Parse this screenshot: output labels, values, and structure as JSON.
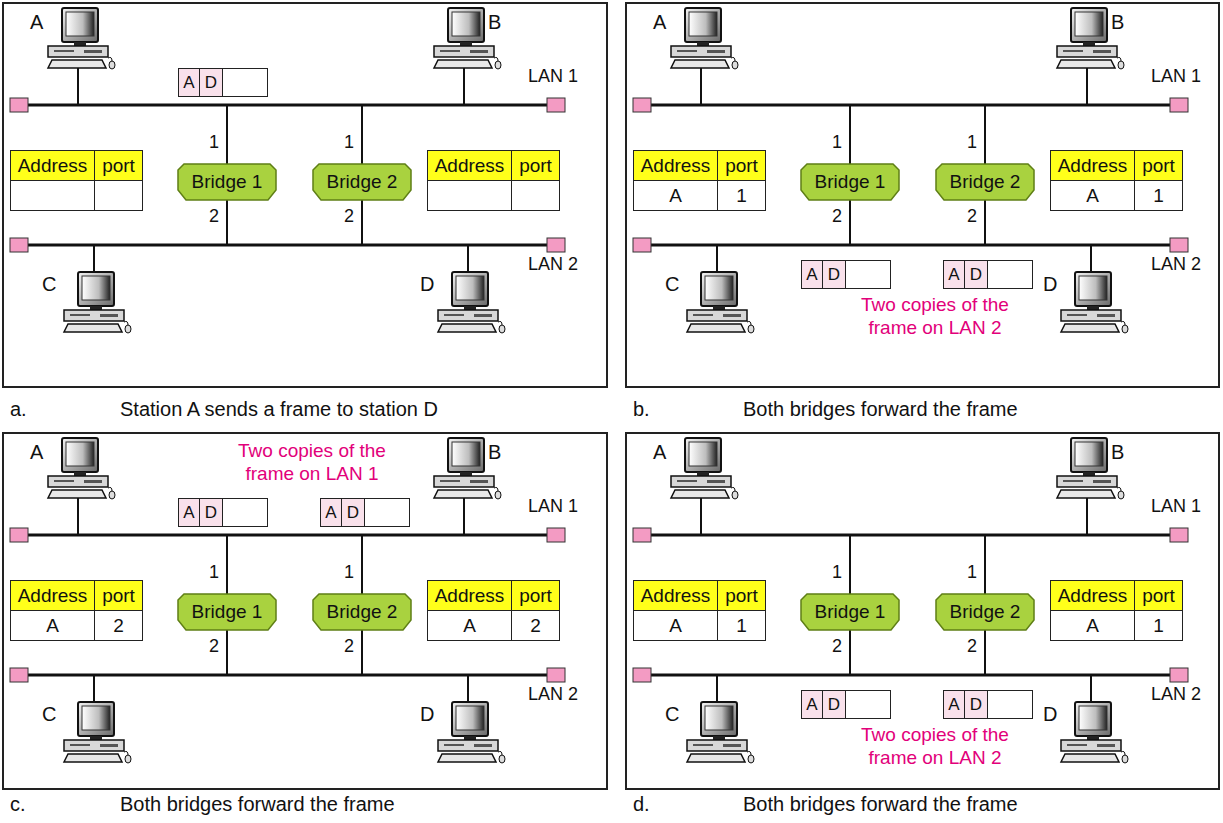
{
  "diagram": {
    "nodes": [
      {
        "text": [
          "a.",
          "Station A sends a frame to station D"
        ]
      },
      {
        "text": [
          "A",
          "D"
        ],
        "in": 0
      },
      {
        "text": [
          "Address",
          "port"
        ],
        "in": 0
      },
      {
        "text": [
          "Bridge 1"
        ],
        "in": 0
      },
      {
        "text": [
          "Bridge 2"
        ],
        "in": 0
      },
      {
        "text": [
          "Address",
          "port"
        ],
        "in": 0
      },
      {
        "text": [
          "b.",
          "Both bridges forward the frame"
        ]
      },
      {
        "text": [
          "Address",
          "port",
          "A",
          "1"
        ],
        "in": 6
      },
      {
        "text": [
          "Bridge 1"
        ],
        "in": 6
      },
      {
        "text": [
          "Bridge 2"
        ],
        "in": 6
      },
      {
        "text": [
          "Address",
          "port",
          "A",
          "1"
        ],
        "in": 6
      },
      {
        "text": [
          "A",
          "D"
        ],
        "in": 6
      },
      {
        "text": [
          "A",
          "D"
        ],
        "in": 6
      },
      {
        "text": [
          "c.",
          "Both bridges forward the frame"
        ]
      },
      {
        "text": [
          "A",
          "D"
        ],
        "in": 13
      },
      {
        "text": [
          "A",
          "D"
        ],
        "in": 13
      },
      {
        "text": [
          "Address",
          "port",
          "A",
          "2"
        ],
        "in": 13
      },
      {
        "text": [
          "Bridge 1"
        ],
        "in": 13
      },
      {
        "text": [
          "Bridge 2"
        ],
        "in": 13
      },
      {
        "text": [
          "Address",
          "port",
          "A",
          "2"
        ],
        "in": 13
      },
      {
        "text": [
          "d.",
          "Both bridges forward the frame"
        ]
      },
      {
        "text": [
          "Address",
          "port",
          "A",
          "1"
        ],
        "in": 20
      },
      {
        "text": [
          "Bridge 1"
        ],
        "in": 20
      },
      {
        "text": [
          "Bridge 2"
        ],
        "in": 20
      },
      {
        "text": [
          "Address",
          "port",
          "A",
          "1"
        ],
        "in": 20
      },
      {
        "text": [
          "A",
          "D"
        ],
        "in": 20
      },
      {
        "text": [
          "A",
          "D"
        ],
        "in": 20
      }
    ],
    "labels": [
      "A",
      "B",
      "LAN 1",
      "1",
      "1",
      "2",
      "2",
      "LAN 2",
      "C",
      "D",
      "A",
      "B",
      "LAN 1",
      "1",
      "1",
      "2",
      "2",
      "LAN 2",
      "C",
      "D",
      "Two copies of the frame on LAN 2",
      "A",
      "B",
      "LAN 1",
      "1",
      "1",
      "2",
      "2",
      "LAN 2",
      "C",
      "D",
      "Two copies of the frame on LAN 1",
      "A",
      "B",
      "LAN 1",
      "1",
      "1",
      "2",
      "2",
      "LAN 2",
      "C",
      "D",
      "Two copies of the frame on LAN 2"
    ]
  }
}
